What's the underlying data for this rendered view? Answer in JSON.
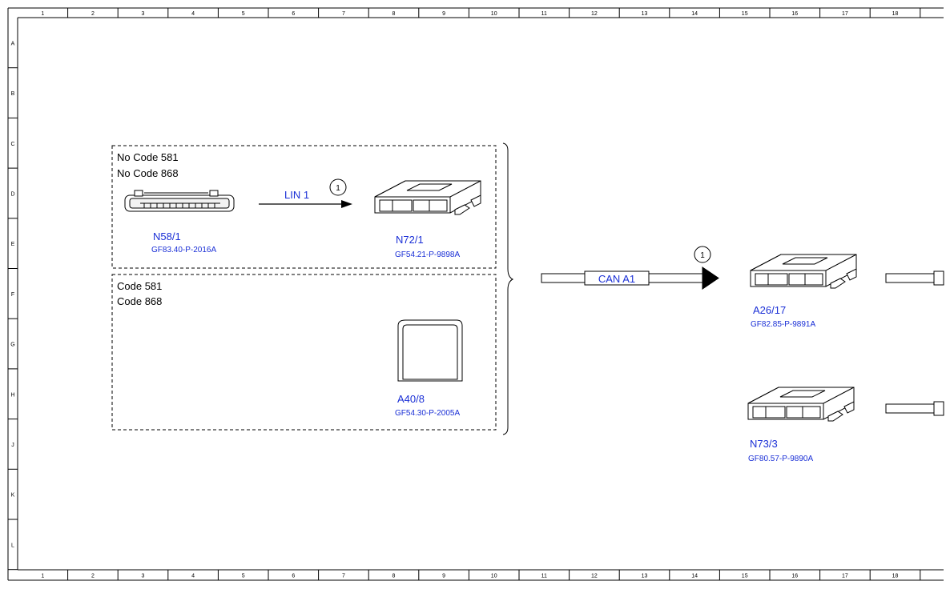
{
  "ruler": {
    "columns": [
      "1",
      "2",
      "3",
      "4",
      "5",
      "6",
      "7",
      "8",
      "9",
      "10",
      "11",
      "12",
      "13",
      "14",
      "15",
      "16",
      "17",
      "18"
    ],
    "rows": [
      "A",
      "B",
      "C",
      "D",
      "E",
      "F",
      "G",
      "H",
      "J",
      "K",
      "L"
    ]
  },
  "group_no_code": {
    "line1": "No Code 581",
    "line2": "No Code 868"
  },
  "group_code": {
    "line1": "Code 581",
    "line2": "Code 868"
  },
  "components": {
    "n58_1": {
      "label": "N58/1",
      "ref": "GF83.40-P-2016A"
    },
    "n72_1": {
      "label": "N72/1",
      "ref": "GF54.21-P-9898A"
    },
    "a40_8": {
      "label": "A40/8",
      "ref": "GF54.30-P-2005A"
    },
    "a26_17": {
      "label": "A26/17",
      "ref": "GF82.85-P-9891A"
    },
    "n73_3": {
      "label": "N73/3",
      "ref": "GF80.57-P-9890A"
    }
  },
  "connections": {
    "lin": {
      "label": "LIN 1",
      "marker": "1"
    },
    "can": {
      "label": "CAN A1",
      "marker": "1"
    }
  },
  "colors": {
    "label_blue": "#1a2fd6",
    "line": "#000000"
  }
}
